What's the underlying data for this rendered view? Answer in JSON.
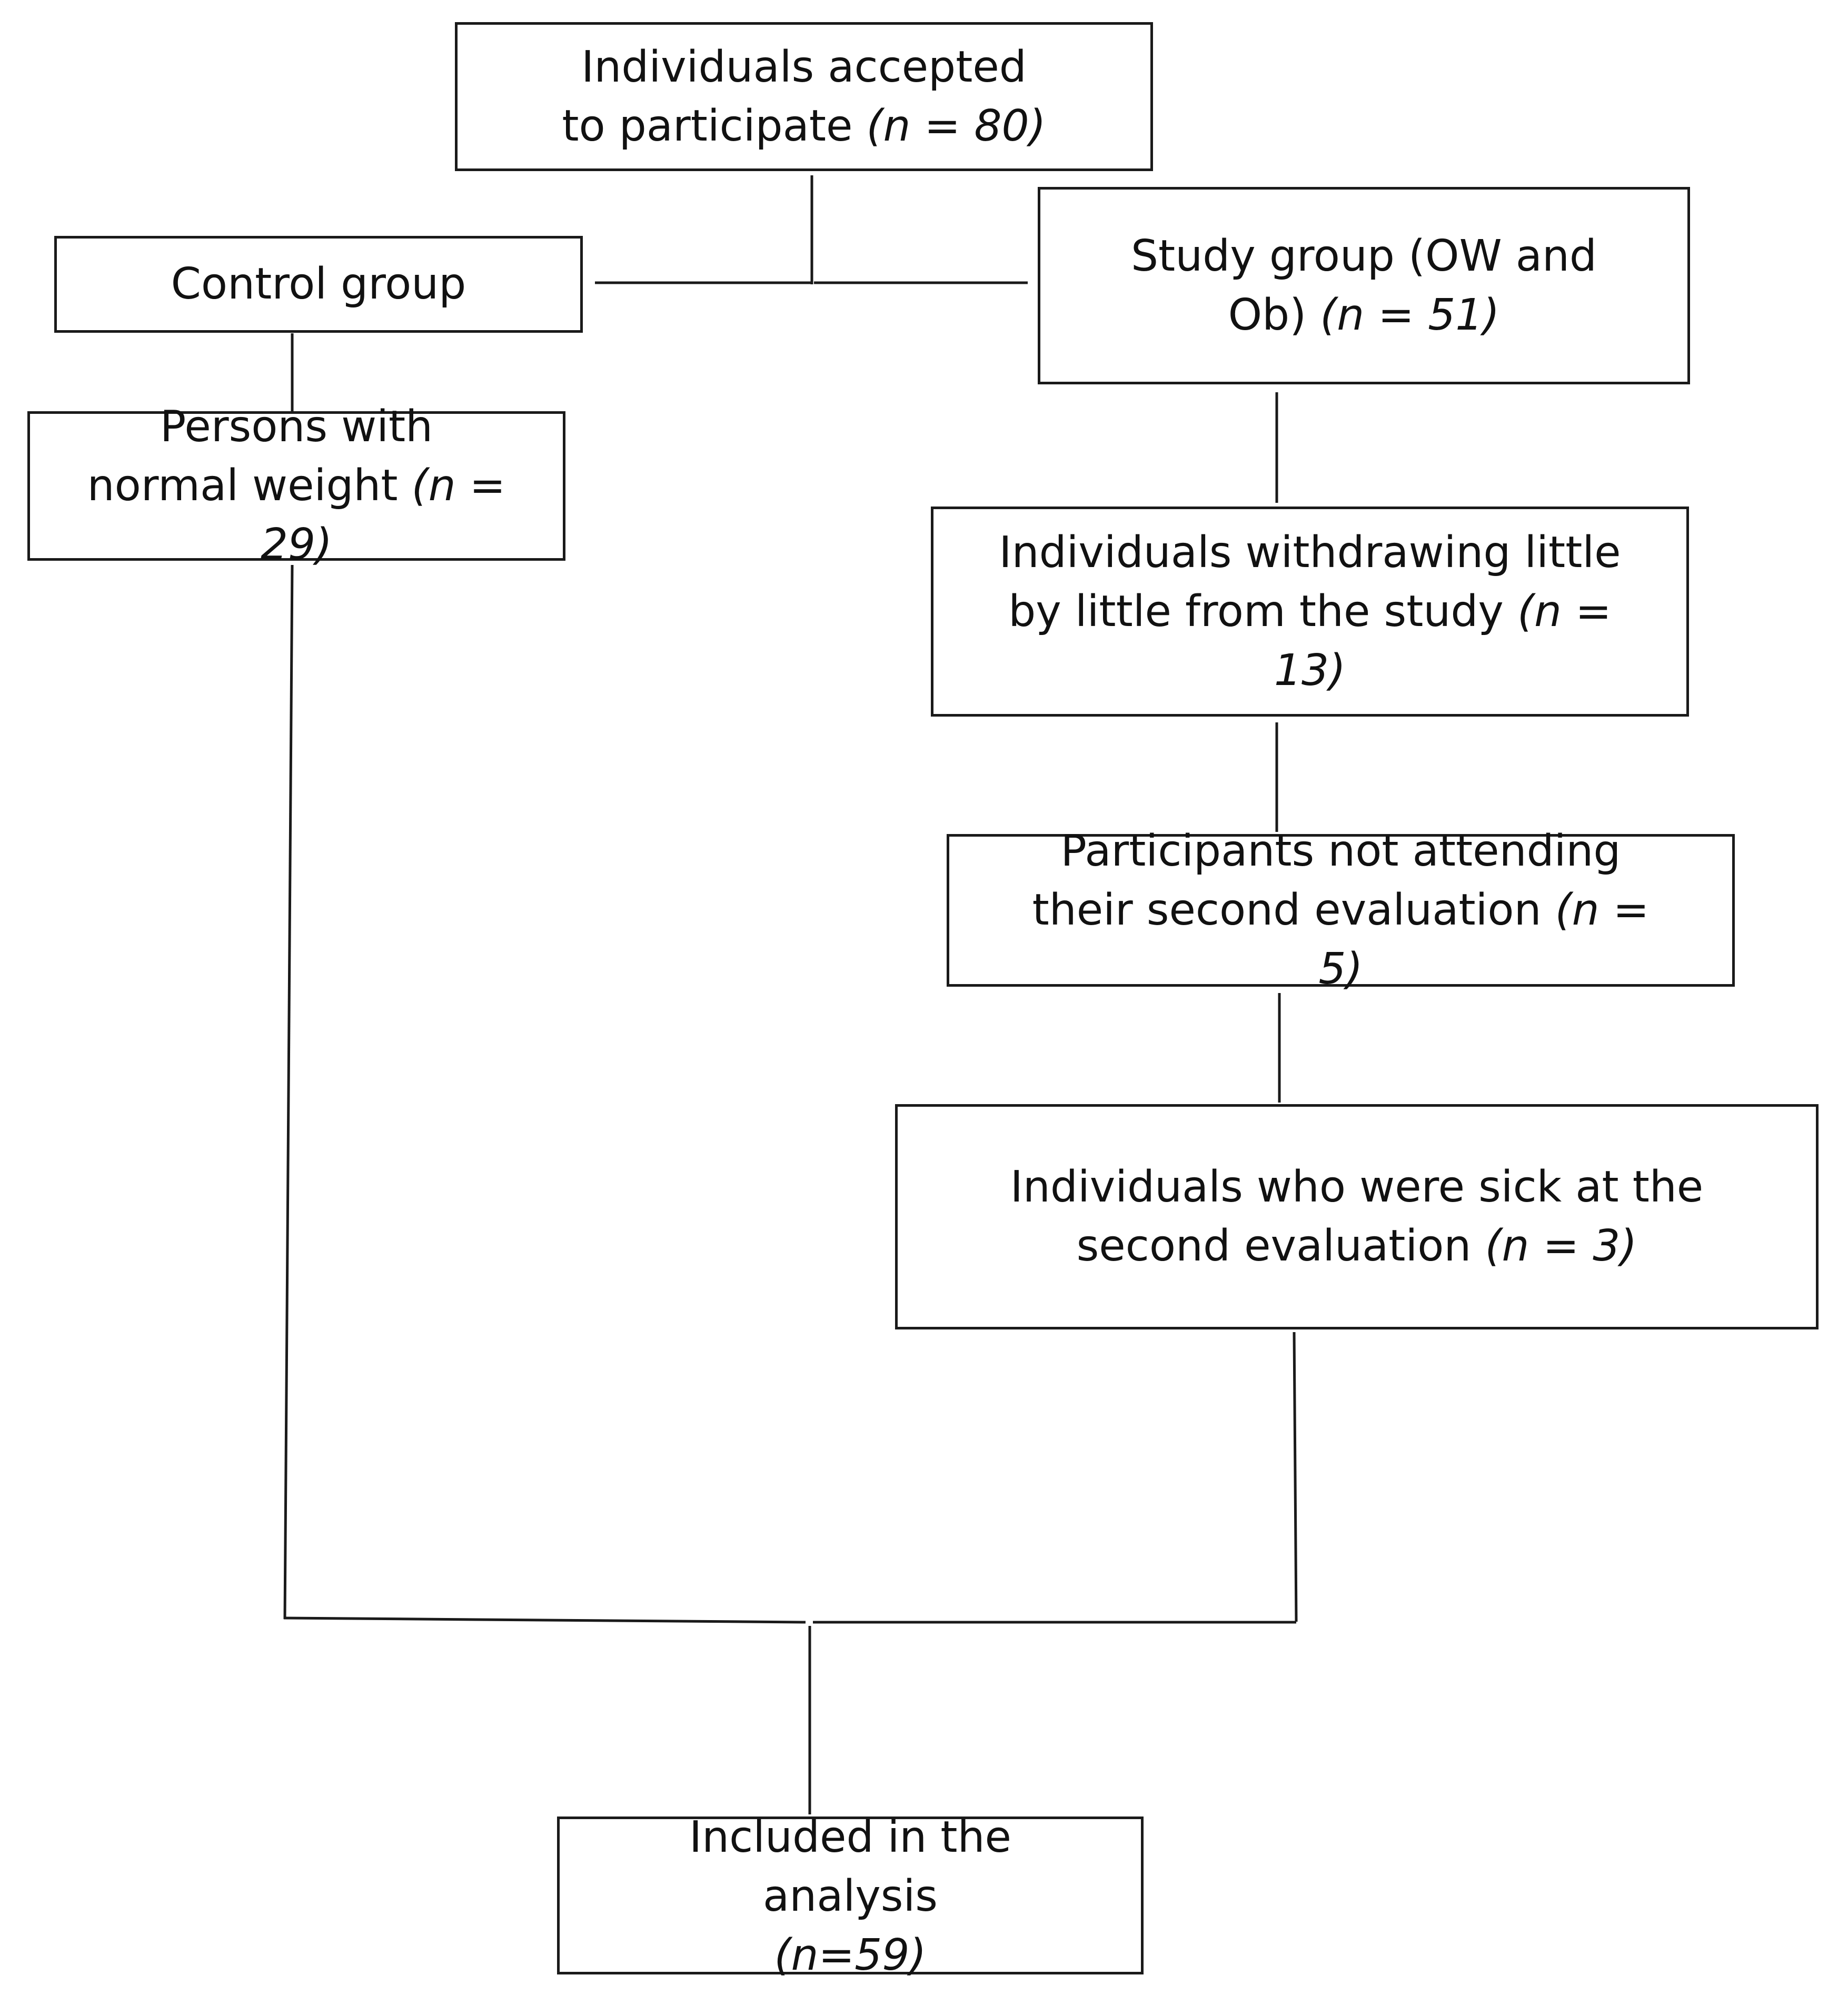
{
  "boxes": {
    "accepted": {
      "label": "Individuals accepted to participate",
      "n": "(n = 80)"
    },
    "control": {
      "label": "Control group"
    },
    "study": {
      "label": "Study group (OW and Ob)",
      "n": "(n = 51)"
    },
    "normal": {
      "label": "Persons with normal weight",
      "n": "(n = 29)"
    },
    "withdraw": {
      "label": "Individuals withdrawing little by little from the study",
      "n": "(n = 13)"
    },
    "notattend": {
      "label": "Participants not attending their second evaluation",
      "n": "(n = 5)"
    },
    "sick": {
      "label": "Individuals who were sick at the second evaluation",
      "n": "(n = 3)"
    },
    "included": {
      "label": "Included in the analysis",
      "n": "(n=59)"
    }
  },
  "colors": {
    "line": "#1a1a1a",
    "background": "#ffffff"
  }
}
